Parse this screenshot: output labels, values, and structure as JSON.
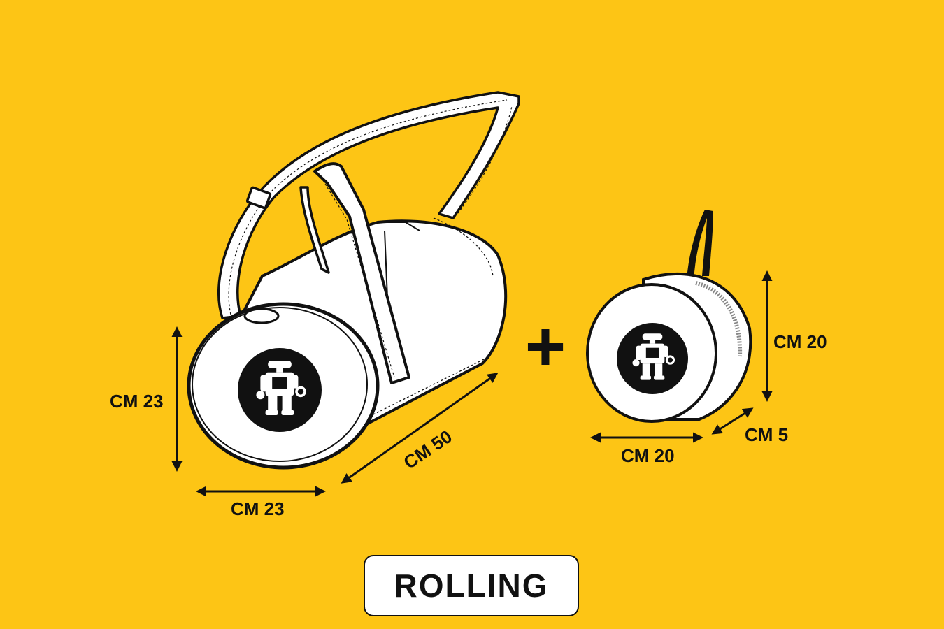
{
  "background_color": "#FDC515",
  "product_name": "ROLLING",
  "plus_symbol": "+",
  "big_bag": {
    "height_label": "CM 23",
    "width_label": "CM 23",
    "length_label": "CM 50",
    "emblem_icon": "robot-icon"
  },
  "small_pouch": {
    "height_label": "CM 20",
    "width_label": "CM 20",
    "depth_label": "CM 5",
    "emblem_icon": "robot-icon"
  }
}
